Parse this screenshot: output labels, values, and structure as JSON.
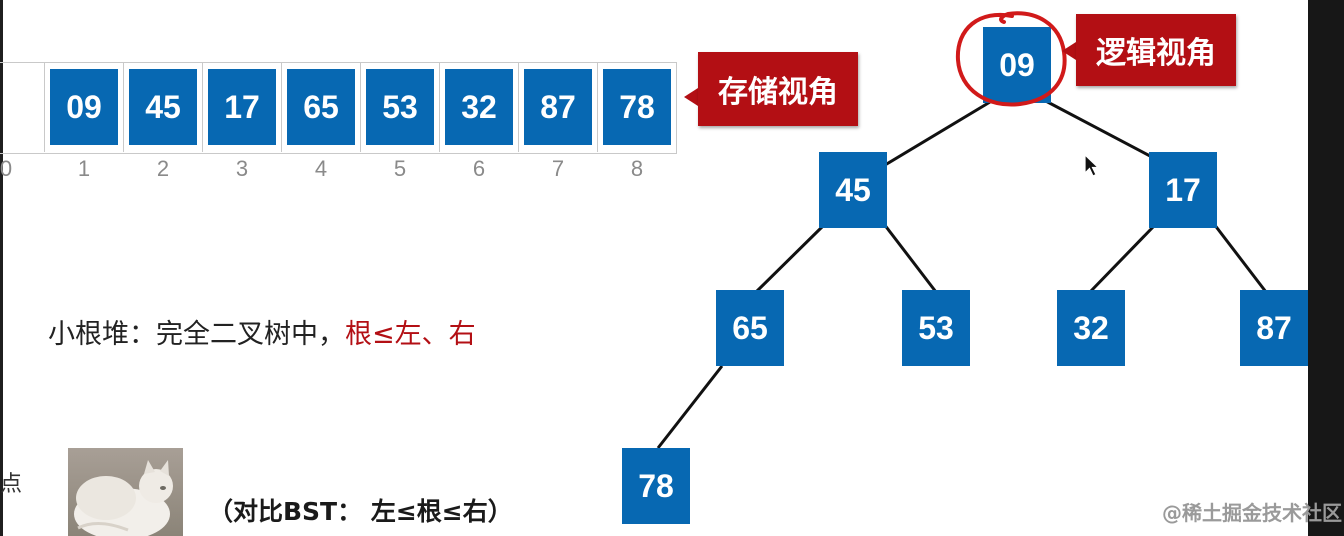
{
  "array": {
    "cells": [
      "09",
      "45",
      "17",
      "65",
      "53",
      "32",
      "87",
      "78"
    ],
    "indices": [
      "0",
      "1",
      "2",
      "3",
      "4",
      "5",
      "6",
      "7",
      "8"
    ]
  },
  "callouts": {
    "storage_view": "存储视角",
    "logical_view": "逻辑视角"
  },
  "tree": {
    "root": "09",
    "level1": [
      "45",
      "17"
    ],
    "level2": [
      "65",
      "53",
      "32",
      "87"
    ],
    "level3": [
      "78"
    ]
  },
  "definition": {
    "text": "小根堆：完全二叉树中，",
    "emphasis": "根≤左、右"
  },
  "comparison": "（对比BST： 左≤根≤右）",
  "edge_fragment": "点",
  "watermark": "@稀土掘金技术社区",
  "colors": {
    "node_fill": "#0768b2",
    "callout_fill": "#b30f14",
    "highlight": "#d11a1a"
  }
}
